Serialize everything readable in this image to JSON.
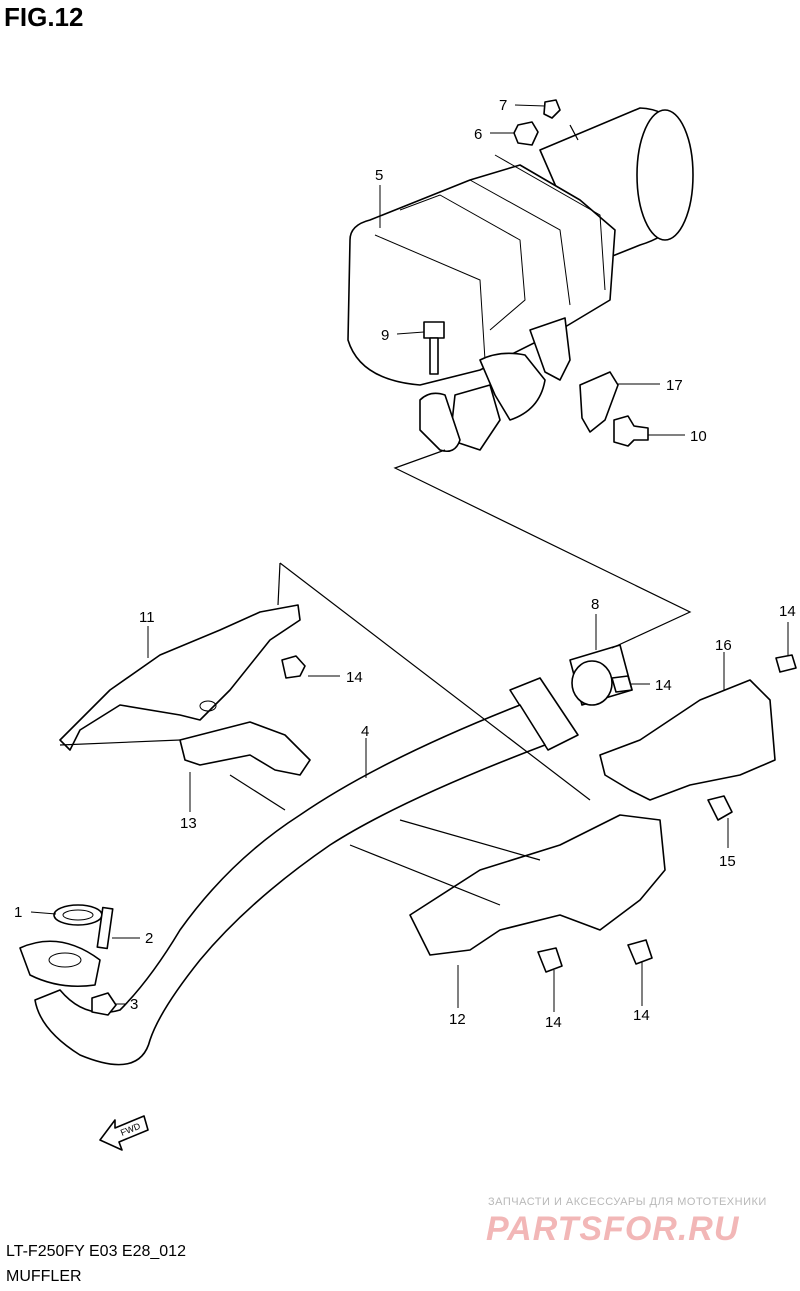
{
  "figure": {
    "title": "FIG.12",
    "model_code": "LT-F250FY E03 E28_012",
    "name": "MUFFLER"
  },
  "watermark": {
    "tagline": "ЗАПЧАСТИ И АКСЕССУАРЫ ДЛЯ МОТОТЕХНИКИ",
    "logo_text": "PARTSFOR.RU",
    "logo_color": "#f2b7b7"
  },
  "direction_marker": "FWD",
  "callouts": {
    "c1": "1",
    "c2": "2",
    "c3": "3",
    "c4": "4",
    "c5": "5",
    "c6": "6",
    "c7": "7",
    "c8": "8",
    "c9": "9",
    "c10": "10",
    "c11": "11",
    "c12": "12",
    "c13": "13",
    "c14a": "14",
    "c14b": "14",
    "c14c": "14",
    "c14d": "14",
    "c14e": "14",
    "c15": "15",
    "c16": "16",
    "c17": "17"
  }
}
